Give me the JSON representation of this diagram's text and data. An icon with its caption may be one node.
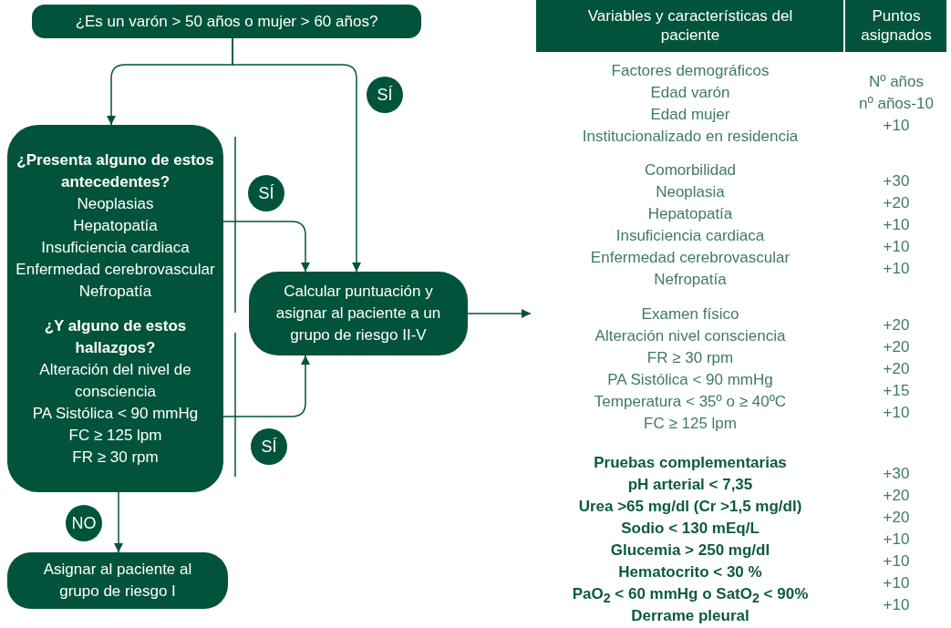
{
  "diagram": {
    "nodes": [
      {
        "text": [
          "¿Es un varón > 50 años o mujer > 60 años?"
        ]
      },
      {
        "text": [
          "¿Presenta alguno de estos antecedentes?",
          "Neoplasias",
          "Hepatopatía",
          "Insuficiencia cardiaca",
          "Enfermedad cerebrovascular",
          "Nefropatía",
          "¿Y alguno de estos hallazgos?",
          "Alteración del nivel de consciencia",
          "PA Sistólica < 90 mmHg",
          "FC ≥ 125 lpm",
          "FR ≥ 30 rpm"
        ]
      },
      {
        "text": [
          "Calcular puntuación y asignar al paciente a un grupo de riesgo II-V"
        ]
      },
      {
        "text": [
          "Asignar al paciente al grupo de riesgo I"
        ]
      }
    ],
    "edges": [
      {
        "from": 0,
        "to": 1,
        "arrow": "to"
      },
      {
        "from": 0,
        "to": 2,
        "arrow": "to",
        "label": "SÍ"
      },
      {
        "from": 1,
        "to": 2,
        "arrow": "to",
        "label": "SÍ"
      },
      {
        "from": 1,
        "to": 2,
        "arrow": "to",
        "label": "SÍ"
      },
      {
        "from": 1,
        "to": 3,
        "arrow": "to",
        "label": "NO"
      },
      {
        "from": 2,
        "to": null,
        "arrow": "to"
      }
    ],
    "labels": [
      "Variables y características del paciente",
      "Puntos asignados",
      "Factores demográficos",
      "Edad varón",
      "Edad mujer",
      "Institucionalizado en residencia",
      "Nº años",
      "nº años-10",
      "+10",
      "Comorbilidad",
      "Neoplasia",
      "Hepatopatía",
      "Insuficiencia cardiaca",
      "Enfermedad cerebrovascular",
      "Nefropatía",
      "+30",
      "+20",
      "+10",
      "+10",
      "+10",
      "Examen físico",
      "Alteración nivel consciencia",
      "FR ≥ 30 rpm",
      "PA Sistólica < 90 mmHg",
      "Temperatura < 35º o ≥ 40ºC",
      "FC ≥ 125 lpm",
      "+20",
      "+20",
      "+20",
      "+15",
      "+10",
      "Pruebas complementarias",
      "pH arterial < 7,35",
      "Urea >65 mg/dl (Cr >1,5 mg/dl)",
      "Sodio < 130 mEq/L",
      "Glucemia > 250 mg/dl",
      "Hematocrito < 30 %",
      "PaO$_{2}$ < 60 mmHg o SatO$_{2}$ < 90%",
      "Derrame pleural",
      "+30",
      "+20",
      "+20",
      "+10",
      "+10",
      "+10",
      "+10"
    ]
  }
}
